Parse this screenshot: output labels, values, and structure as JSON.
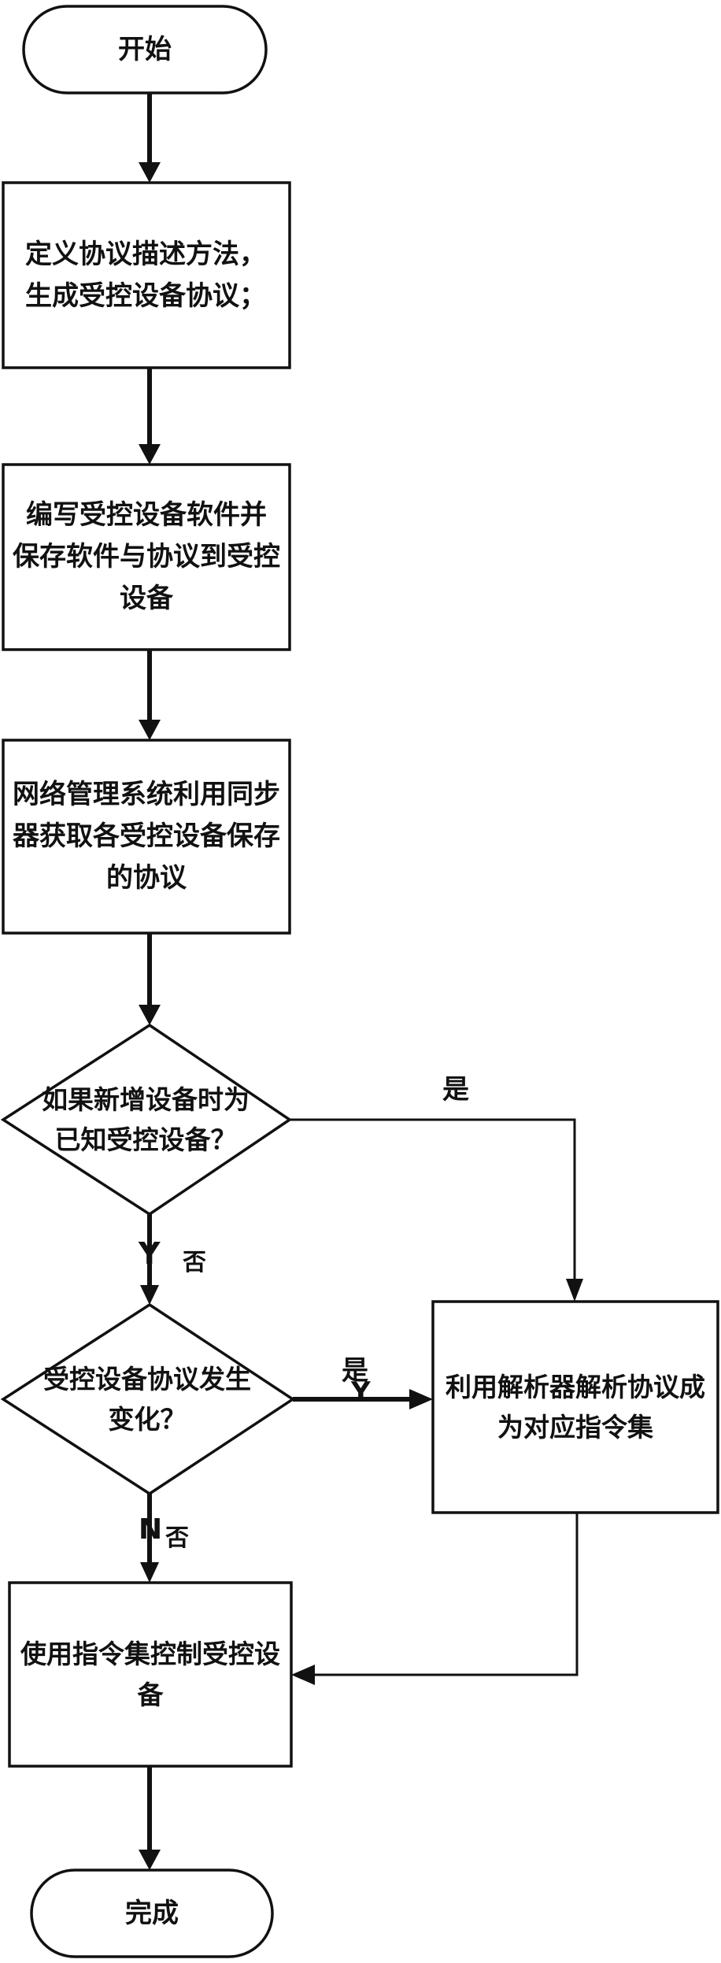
{
  "nodes": {
    "start": "开始",
    "define_protocol": "定义协议描述方法，\n生成受控设备协议；",
    "write_software": "编写受控设备软件并\n保存软件与协议到受控\n设备",
    "nms_fetch": "网络管理系统利用同步\n器获取各受控设备保存\n的协议",
    "known_device": "如果新增设备时为\n已知受控设备？",
    "protocol_changed": "受控设备协议发生\n变化？",
    "parse_protocol": "利用解析器解析协议成\n为对应指令集",
    "use_instructions": "使用指令集控制受控设\n备",
    "end": "完成"
  },
  "edges": {
    "known_yes": "是",
    "known_no_letter": "Y",
    "known_no": "否",
    "changed_yes": "是",
    "changed_yes_letter": "Y",
    "changed_no_letter": "N",
    "changed_no": "否"
  }
}
